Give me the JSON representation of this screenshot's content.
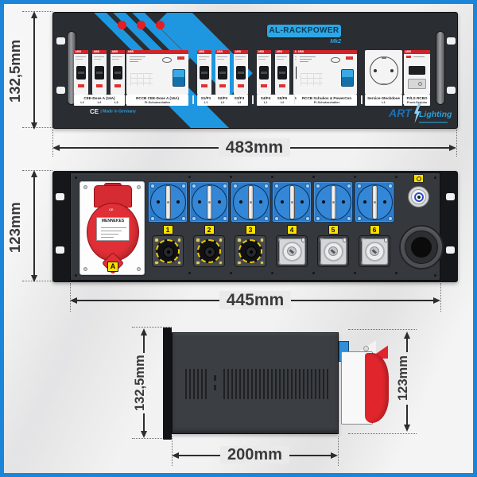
{
  "top_view": {
    "dim_height": "132,5mm",
    "dim_width": "483mm",
    "title": "AL-RACKPOWER",
    "subtitle": "Mk2",
    "ce_mark": "CE",
    "made_in": "Made in Germany",
    "brand": {
      "art": "ART",
      "lighting": "Lighting"
    },
    "breaker_brand": "ABB",
    "groups": {
      "cee_breakers": {
        "label": "CEE-Dose A (16A)",
        "subs": [
          "L1",
          "L2",
          "L3"
        ]
      },
      "rccb_cee": {
        "label": "RCCB CEE-Dose A (16A)",
        "sub": "FI-Schutzschalter"
      },
      "schuko_breakers_1": [
        {
          "name": "S1/P1",
          "phase": "L1"
        },
        {
          "name": "S2/P2",
          "phase": "L2"
        },
        {
          "name": "S3/P3",
          "phase": "L3"
        }
      ],
      "schuko_breakers_2": [
        {
          "name": "S4/P4",
          "phase": "L1"
        },
        {
          "name": "S5/P5",
          "phase": "L2"
        },
        {
          "name": "S6/P6",
          "phase": "L3"
        }
      ],
      "rccb_schuko": {
        "label": "RCCB Schukos & PowerCon",
        "sub": "FI-Schutzschalter"
      },
      "service": {
        "label": "Service-Steckdose",
        "sub": "L1"
      },
      "rcbo": {
        "label": "FI/LS RCBO",
        "sub": "Front-Schuko"
      }
    }
  },
  "middle_view": {
    "dim_height": "123mm",
    "dim_width": "445mm",
    "cee_socket": {
      "brand": "MENNEKES",
      "badge": "A"
    },
    "outlet_numbers": [
      "1",
      "2",
      "3",
      "4",
      "5",
      "6"
    ]
  },
  "side_view": {
    "dim_front_height": "132,5mm",
    "dim_rear_height": "123mm",
    "dim_depth": "200mm"
  },
  "colors": {
    "frame_blue": "#1b86d9",
    "artwork_blue": "#1e97e0",
    "title_badge_blue": "#2ba7e6",
    "breaker_red": "#d1232a",
    "cee_red": "#e02f36",
    "schuko_blue": "#2b7ccd",
    "number_yellow": "#ffdf00"
  }
}
